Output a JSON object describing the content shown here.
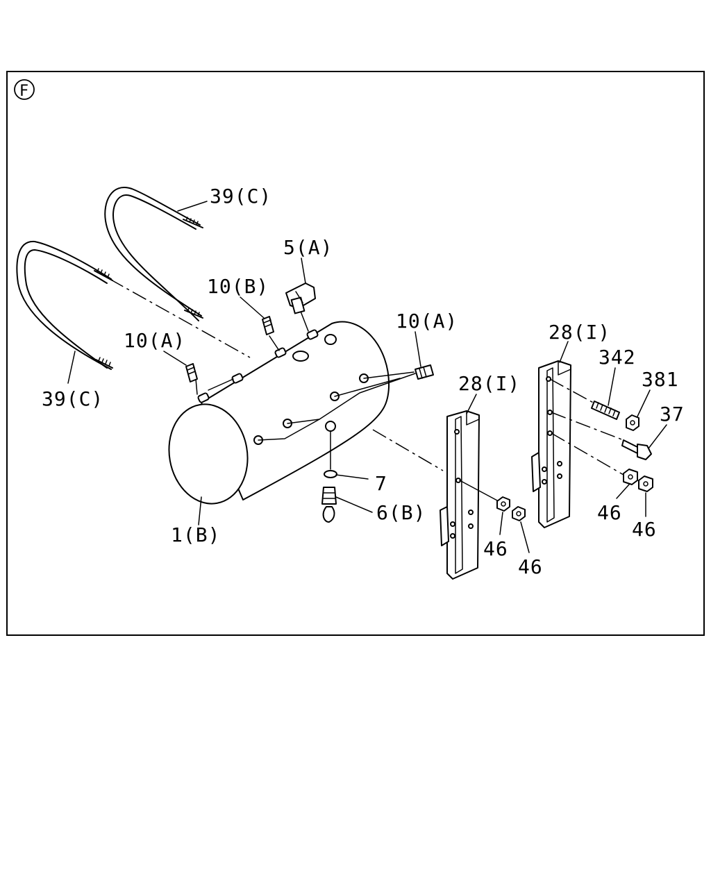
{
  "diagram": {
    "section_marker": "F",
    "labels": {
      "strap_upper": "39(C)",
      "strap_lower": "39(C)",
      "valve": "5(A)",
      "plug_b": "10(B)",
      "plug_a_left": "10(A)",
      "plug_a_right": "10(A)",
      "tank": "1(B)",
      "washer": "7",
      "drain_cock": "6(B)",
      "bracket_left": "28(I)",
      "bracket_right": "28(I)",
      "stud": "342",
      "nut_381": "381",
      "bolt": "37",
      "nut_left_a": "46",
      "nut_left_b": "46",
      "nut_right_a": "46",
      "nut_right_b": "46"
    }
  }
}
